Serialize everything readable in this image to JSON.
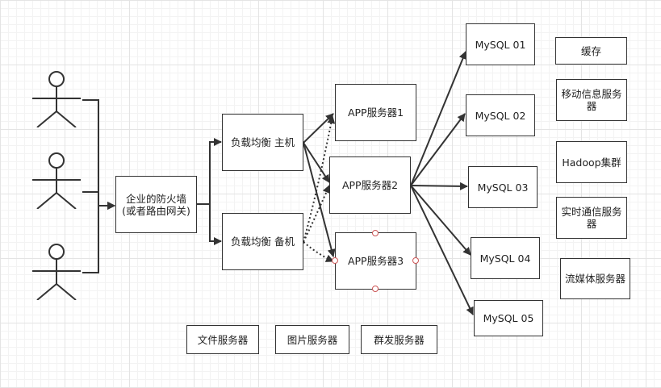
{
  "colors": {
    "stroke": "#333333",
    "canvas": "#ffffff",
    "grid": "#e4e4e4",
    "handle": "#cc5555"
  },
  "nodes": {
    "firewall": "企业的防火墙(或者路由网关)",
    "lb_main": "负载均衡 主机",
    "lb_backup": "负载均衡 备机",
    "app1": "APP服务器1",
    "app2": "APP服务器2",
    "app3": "APP服务器3",
    "mysql1": "MySQL 01",
    "mysql2": "MySQL 02",
    "mysql3": "MySQL 03",
    "mysql4": "MySQL 04",
    "mysql5": "MySQL 05",
    "cache": "缓存",
    "mobile": "移动信息服务器",
    "hadoop": "Hadoop集群",
    "realtime": "实时通信服务器",
    "streaming": "流媒体服务器",
    "file": "文件服务器",
    "image": "图片服务器",
    "bulk": "群发服务器"
  },
  "actors": [
    "user-1",
    "user-2",
    "user-3"
  ]
}
